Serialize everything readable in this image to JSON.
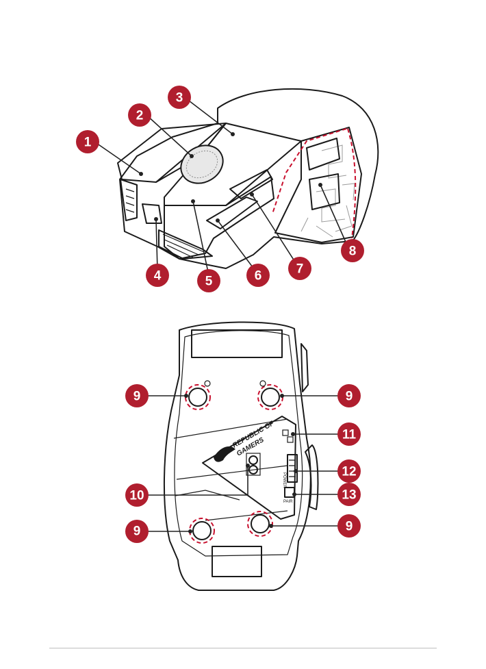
{
  "callouts": [
    {
      "label": "1"
    },
    {
      "label": "2"
    },
    {
      "label": "3"
    },
    {
      "label": "4"
    },
    {
      "label": "5"
    },
    {
      "label": "6"
    },
    {
      "label": "7"
    },
    {
      "label": "8"
    },
    {
      "label": "9"
    },
    {
      "label": "9"
    },
    {
      "label": "9"
    },
    {
      "label": "9"
    },
    {
      "label": "10"
    },
    {
      "label": "11"
    },
    {
      "label": "12"
    },
    {
      "label": "13"
    }
  ],
  "bottom_view": {
    "logo_line1": "REPUBLIC OF",
    "logo_line2": "GAMERS",
    "switch_label": "POWER",
    "pair_label": "PAIR"
  },
  "colors": {
    "badge": "#b01e2e",
    "highlight_dash": "#c8102e",
    "line": "#1a1a1a"
  }
}
